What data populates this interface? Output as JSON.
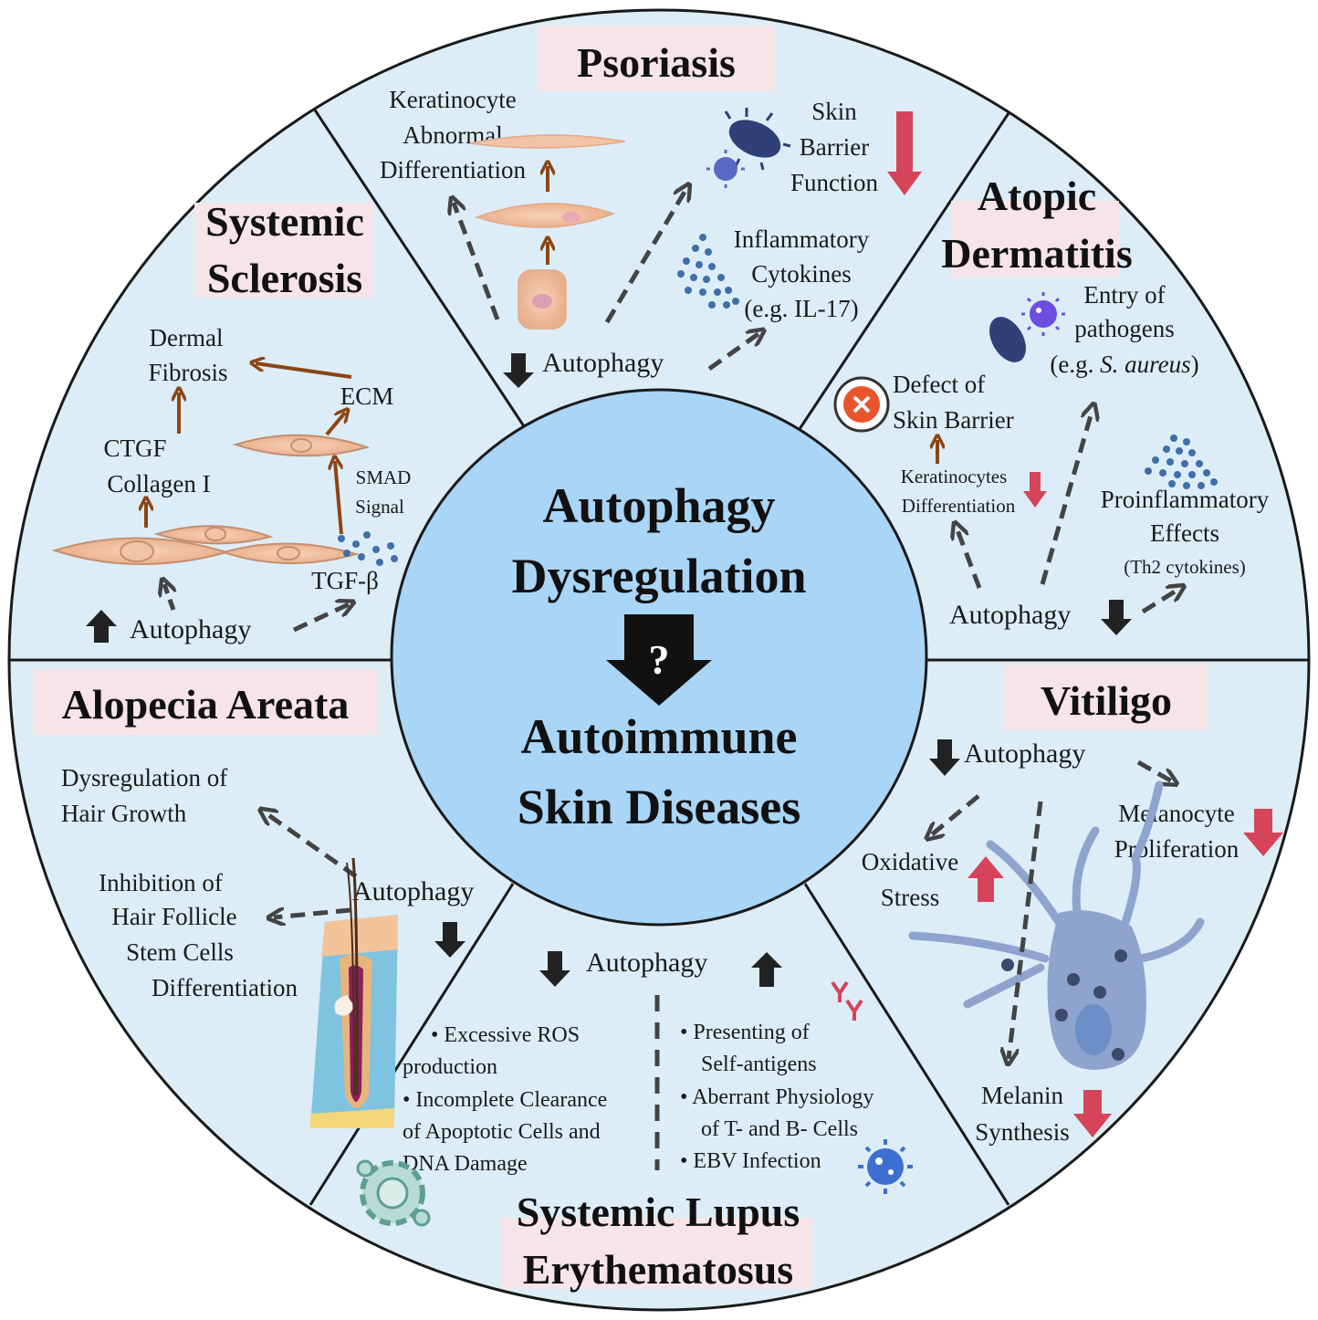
{
  "colors": {
    "background": "#ffffff",
    "outer_circle_fill": "#dcedf7",
    "center_circle_fill": "#a9d5f7",
    "ring_stroke": "#1a1a1a",
    "title_box": "#f6e4e8",
    "down_arrow_red": "#d6445a",
    "brown_arrow": "#8b4513",
    "dashed_arrow": "#444444",
    "cell_fill": "#f2c4a5",
    "melanocyte_fill": "#8fa3cf",
    "dot_blue": "#3f6fa8"
  },
  "center": {
    "line1": "Autophagy",
    "line2": "Dysregulation",
    "question": "?",
    "line3": "Autoimmune",
    "line4": "Skin Diseases"
  },
  "psoriasis": {
    "title": "Psoriasis",
    "keratinocyte": [
      "Keratinocyte",
      "Abnormal",
      "Differentiation"
    ],
    "barrier": [
      "Skin",
      "Barrier",
      "Function"
    ],
    "cytokines": [
      "Inflammatory",
      "Cytokines",
      "(e.g. IL-17)"
    ],
    "autophagy": "Autophagy"
  },
  "atopic_dermatitis": {
    "title": [
      "Atopic",
      "Dermatitis"
    ],
    "entry": [
      "Entry of",
      "pathogens"
    ],
    "entry_example_prefix": "(e.g. ",
    "entry_example_italic": "S. aureus",
    "entry_example_suffix": ")",
    "defect": [
      "Defect of",
      "Skin Barrier"
    ],
    "keratinocytes": [
      "Keratinocytes",
      "Differentiation"
    ],
    "proinflammatory": [
      "Proinflammatory",
      "Effects"
    ],
    "th2": "(Th2 cytokines)",
    "autophagy": "Autophagy"
  },
  "vitiligo": {
    "title": "Vitiligo",
    "autophagy": "Autophagy",
    "melanocyte": [
      "Melanocyte",
      "Proliferation"
    ],
    "oxidative": [
      "Oxidative",
      "Stress"
    ],
    "melanin": [
      "Melanin",
      "Synthesis"
    ]
  },
  "sle": {
    "title": [
      "Systemic Lupus",
      "Erythematosus"
    ],
    "autophagy": "Autophagy",
    "left_items": [
      "• Excessive ROS",
      "production",
      "• Incomplete Clearance",
      "of Apoptotic Cells and",
      "DNA Damage"
    ],
    "right_items": [
      "• Presenting of",
      "Self-antigens",
      "• Aberrant Physiology",
      "of T- and B- Cells",
      "• EBV Infection"
    ]
  },
  "alopecia_areata": {
    "title": "Alopecia Areata",
    "dysregulation": [
      "Dysregulation of",
      "Hair Growth"
    ],
    "inhibition": [
      "Inhibition of",
      "Hair Follicle",
      "Stem Cells",
      "Differentiation"
    ],
    "autophagy": "Autophagy"
  },
  "systemic_sclerosis": {
    "title": [
      "Systemic",
      "Sclerosis"
    ],
    "dermal": [
      "Dermal",
      "Fibrosis"
    ],
    "ecm": "ECM",
    "ctgf": [
      "CTGF",
      "Collagen I"
    ],
    "smad": [
      "SMAD",
      "Signal"
    ],
    "tgf": "TGF-β",
    "autophagy": "Autophagy"
  }
}
